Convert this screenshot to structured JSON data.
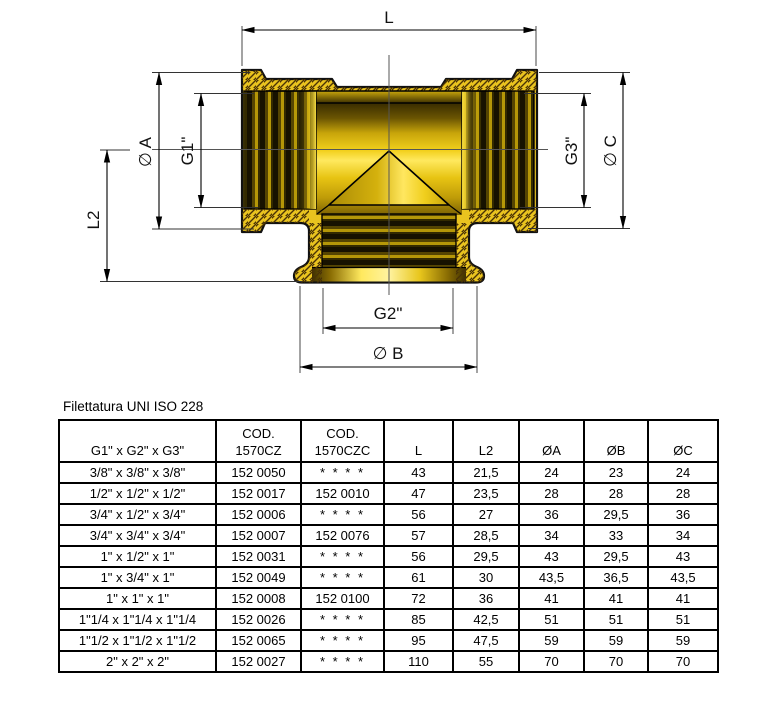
{
  "drawing": {
    "labels": {
      "L": "L",
      "L2": "L2",
      "phiA": "∅ A",
      "G1": "G1\"",
      "G3": "G3\"",
      "phiC": "∅ C",
      "G2": "G2\"",
      "phiB": "∅ B"
    },
    "colors": {
      "brass": "#e9c31f",
      "brass_bright": "#ffe95e",
      "brass_dark": "#7c6203",
      "thread_dark": "#171200",
      "hatch_line": "#4a3306",
      "outline": "#000000",
      "centerline": "#555555"
    }
  },
  "table": {
    "title": "Filettatura UNI ISO 228",
    "headers": {
      "size": "G1\" x G2\" x G3\"",
      "cod1_line1": "COD.",
      "cod1_line2": "1570CZ",
      "cod2_line1": "COD.",
      "cod2_line2": "1570CZC",
      "l": "L",
      "l2": "L2",
      "da": "ØA",
      "db": "ØB",
      "dc": "ØC"
    },
    "rows": [
      {
        "size": "3/8\" x 3/8\" x 3/8\"",
        "cod1": "152 0050",
        "cod2": "* * * *",
        "l": "43",
        "l2": "21,5",
        "da": "24",
        "db": "23",
        "dc": "24"
      },
      {
        "size": "1/2\" x 1/2\" x 1/2\"",
        "cod1": "152 0017",
        "cod2": "152 0010",
        "l": "47",
        "l2": "23,5",
        "da": "28",
        "db": "28",
        "dc": "28"
      },
      {
        "size": "3/4\" x 1/2\" x 3/4\"",
        "cod1": "152 0006",
        "cod2": "* * * *",
        "l": "56",
        "l2": "27",
        "da": "36",
        "db": "29,5",
        "dc": "36"
      },
      {
        "size": "3/4\" x 3/4\" x 3/4\"",
        "cod1": "152 0007",
        "cod2": "152 0076",
        "l": "57",
        "l2": "28,5",
        "da": "34",
        "db": "33",
        "dc": "34"
      },
      {
        "size": "1\" x 1/2\" x 1\"",
        "cod1": "152 0031",
        "cod2": "* * * *",
        "l": "56",
        "l2": "29,5",
        "da": "43",
        "db": "29,5",
        "dc": "43"
      },
      {
        "size": "1\" x 3/4\" x 1\"",
        "cod1": "152 0049",
        "cod2": "* * * *",
        "l": "61",
        "l2": "30",
        "da": "43,5",
        "db": "36,5",
        "dc": "43,5"
      },
      {
        "size": "1\" x 1\" x 1\"",
        "cod1": "152 0008",
        "cod2": "152 0100",
        "l": "72",
        "l2": "36",
        "da": "41",
        "db": "41",
        "dc": "41"
      },
      {
        "size": "1\"1/4 x 1\"1/4 x 1\"1/4",
        "cod1": "152 0026",
        "cod2": "* * * *",
        "l": "85",
        "l2": "42,5",
        "da": "51",
        "db": "51",
        "dc": "51"
      },
      {
        "size": "1\"1/2 x 1\"1/2 x 1\"1/2",
        "cod1": "152 0065",
        "cod2": "* * * *",
        "l": "95",
        "l2": "47,5",
        "da": "59",
        "db": "59",
        "dc": "59"
      },
      {
        "size": "2\" x 2\" x 2\"",
        "cod1": "152 0027",
        "cod2": "* * * *",
        "l": "110",
        "l2": "55",
        "da": "70",
        "db": "70",
        "dc": "70"
      }
    ]
  }
}
